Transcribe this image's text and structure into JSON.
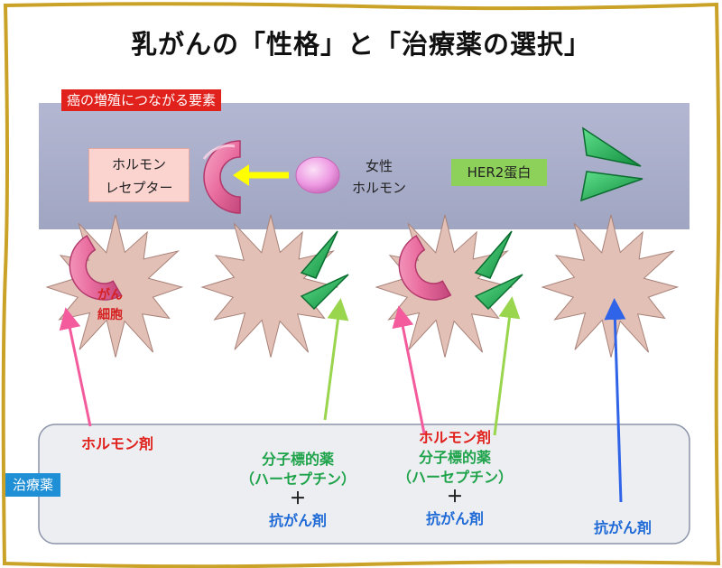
{
  "title": "乳がんの「性格」と「治療薬の選択」",
  "factors_label": "癌の増殖につながる要素",
  "receptor_label_1": "ホルモン",
  "receptor_label_2": "レセプター",
  "hormone_label_1": "女性",
  "hormone_label_2": "ホルモン",
  "her2_label": "HER2蛋白",
  "cell_label_1": "がん",
  "cell_label_2": "細胞",
  "treatment_label": "治療薬",
  "treatments": {
    "col1": {
      "line1": "ホルモン剤"
    },
    "col2": {
      "line1": "分子標的薬",
      "line2": "（ハーセプチン）",
      "plus": "＋",
      "line3": "抗がん剤"
    },
    "col3": {
      "line0": "ホルモン剤",
      "line1": "分子標的薬",
      "line2": "（ハーセプチン）",
      "plus": "＋",
      "line3": "抗がん剤"
    },
    "col4": {
      "line1": "抗がん剤"
    }
  },
  "colors": {
    "frame": "#c9a227",
    "factors_band": "#a8adc9",
    "treatment_band": "#eceef2",
    "cell": "#e3c0b6",
    "receptor": "#ea6fa0",
    "her2": "#1fb25a",
    "hormone": "#ee9be3",
    "arrow_yellow": "#ffff00",
    "arrow_pink": "#f35b9c",
    "arrow_green": "#9ad54e",
    "arrow_blue": "#2f63e8"
  }
}
